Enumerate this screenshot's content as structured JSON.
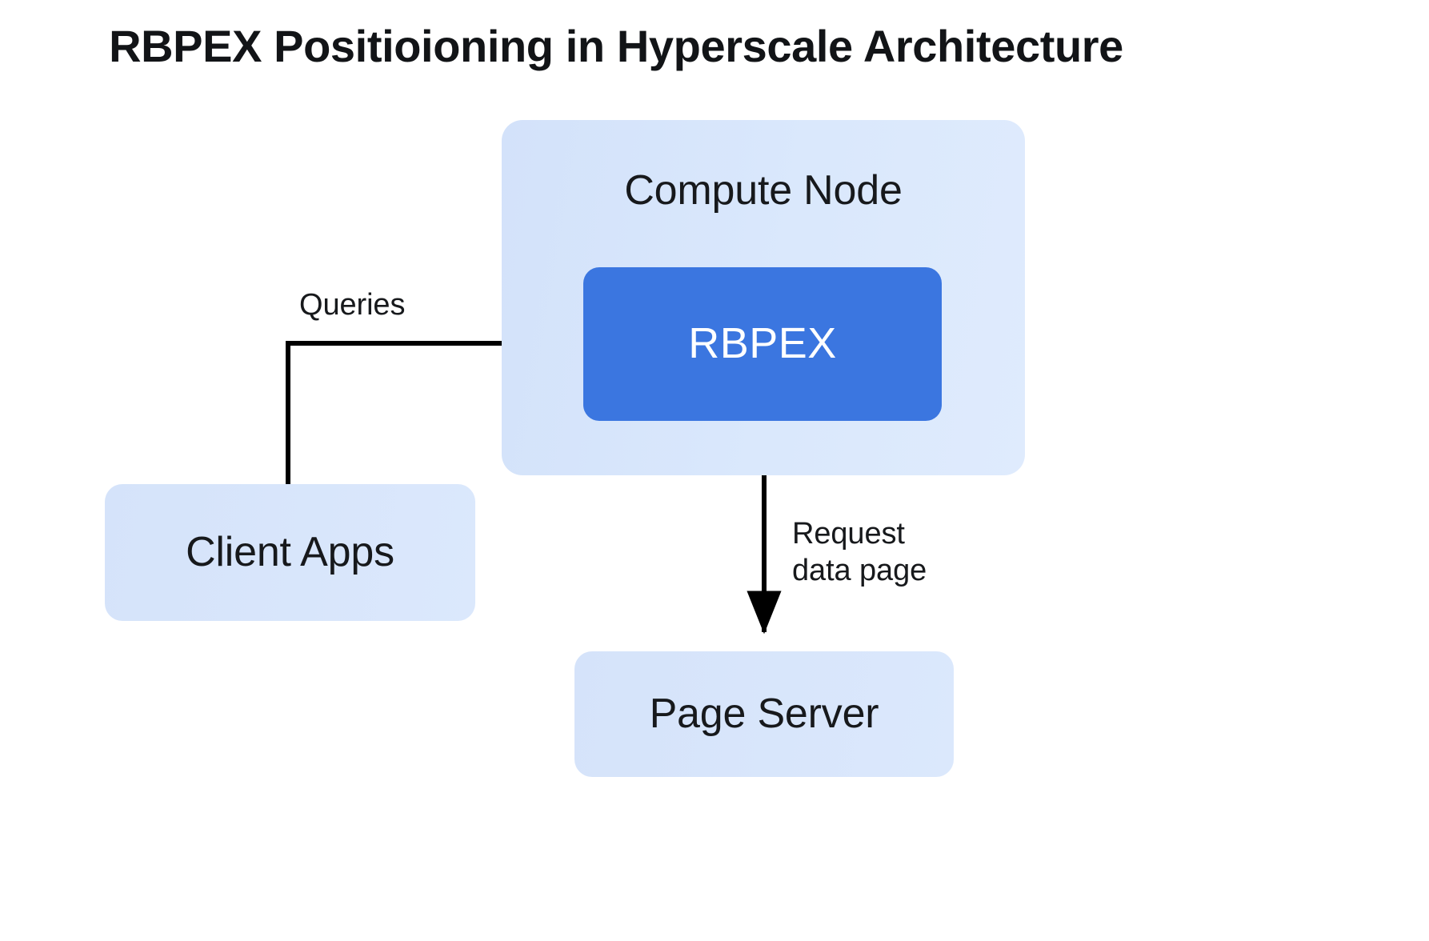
{
  "diagram": {
    "title": "RBPEX Positioioning in Hyperscale Architecture",
    "type": "architecture-flow-diagram",
    "background_color": "#ffffff",
    "colors": {
      "container_fill": "#d9e7fc",
      "highlight_fill": "#3b76e0",
      "highlight_text": "#ffffff",
      "text": "#17191c",
      "connector": "#000000"
    },
    "nodes": [
      {
        "id": "compute-node",
        "label": "Compute Node",
        "role": "container",
        "fill": "#d9e7fc"
      },
      {
        "id": "rbpex",
        "label": "RBPEX",
        "role": "highlighted-component",
        "parent": "compute-node",
        "fill": "#3b76e0"
      },
      {
        "id": "client-apps",
        "label": "Client Apps",
        "role": "node",
        "fill": "#d9e7fc"
      },
      {
        "id": "page-server",
        "label": "Page Server",
        "role": "node",
        "fill": "#d9e7fc"
      }
    ],
    "edges": [
      {
        "id": "client-to-rbpex",
        "from": "client-apps",
        "to": "rbpex",
        "label": "Queries",
        "style": "elbow-arrow",
        "direction": "up-then-right"
      },
      {
        "id": "compute-to-page-server",
        "from": "compute-node",
        "to": "page-server",
        "label": "Request\ndata page",
        "label_line1": "Request",
        "label_line2": "data page",
        "style": "straight-arrow",
        "direction": "down"
      }
    ]
  }
}
